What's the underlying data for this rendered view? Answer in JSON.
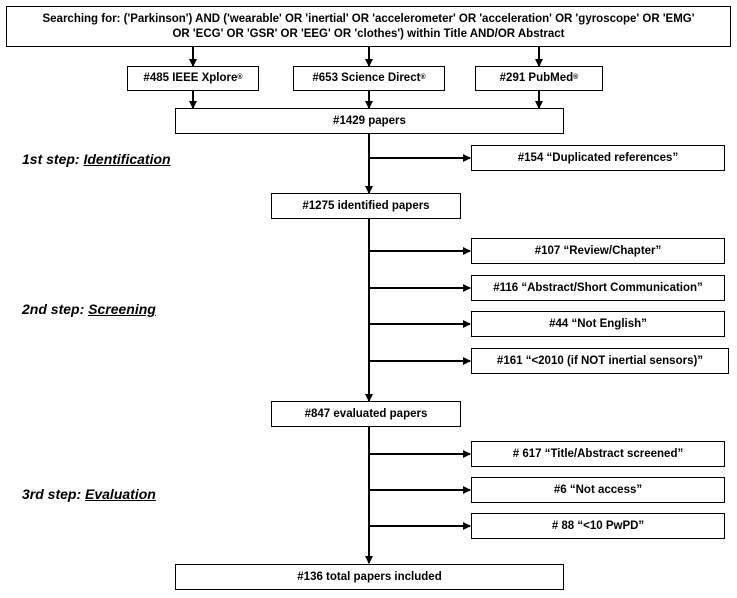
{
  "search_query": {
    "line1": "Searching for: ('Parkinson') AND ('wearable' OR 'inertial' OR 'accelerometer' OR 'acceleration' OR 'gyroscope' OR 'EMG'",
    "line2": "OR 'ECG' OR 'GSR' OR 'EEG' OR 'clothes')  within Title AND/OR Abstract"
  },
  "sources": [
    {
      "label": "#485 IEEE Xplore",
      "mark": "®"
    },
    {
      "label": "#653 Science Direct",
      "mark": "®"
    },
    {
      "label": "#291 PubMed",
      "mark": "®"
    }
  ],
  "total_papers": "#1429 papers",
  "steps": [
    {
      "prefix": "1st step: ",
      "name": "Identification"
    },
    {
      "prefix": "2nd step: ",
      "name": "Screening"
    },
    {
      "prefix": "3rd step: ",
      "name": "Evaluation"
    }
  ],
  "identification_exclusions": [
    "#154 “Duplicated references”"
  ],
  "identified": "#1275 identified papers",
  "screening_exclusions": [
    "#107 “Review/Chapter”",
    "#116 “Abstract/Short Communication”",
    "#44 “Not English”",
    "#161 “<2010 (if NOT inertial sensors)”"
  ],
  "evaluated": "#847 evaluated papers",
  "evaluation_exclusions": [
    "# 617 “Title/Abstract screened”",
    "#6 “Not access”",
    "# 88 “<10 PwPD”"
  ],
  "included": "#136 total papers included"
}
